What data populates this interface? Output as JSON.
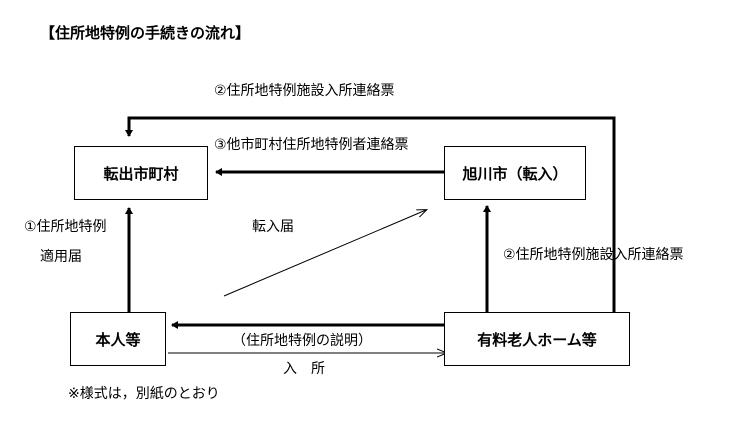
{
  "title": "【住所地特例の手続きの流れ】",
  "nodes": {
    "tenshutsu": "転出市町村",
    "asahikawa": "旭川市（転入）",
    "honnin": "本人等",
    "roujin_home": "有料老人ホーム等"
  },
  "labels": {
    "top_arrow": "②住所地特例施設入所連絡票",
    "middle_arrow": "③他市町村住所地特例者連絡票",
    "left_arrow_line1": "①住所地特例",
    "left_arrow_line2": "適用届",
    "diagonal_arrow": "転入届",
    "right_arrow": "②住所地特例施設入所連絡票",
    "bottom_arrow": "（住所地特例の説明）",
    "entry": "入　所"
  },
  "note": "※様式は，別紙のとおり"
}
